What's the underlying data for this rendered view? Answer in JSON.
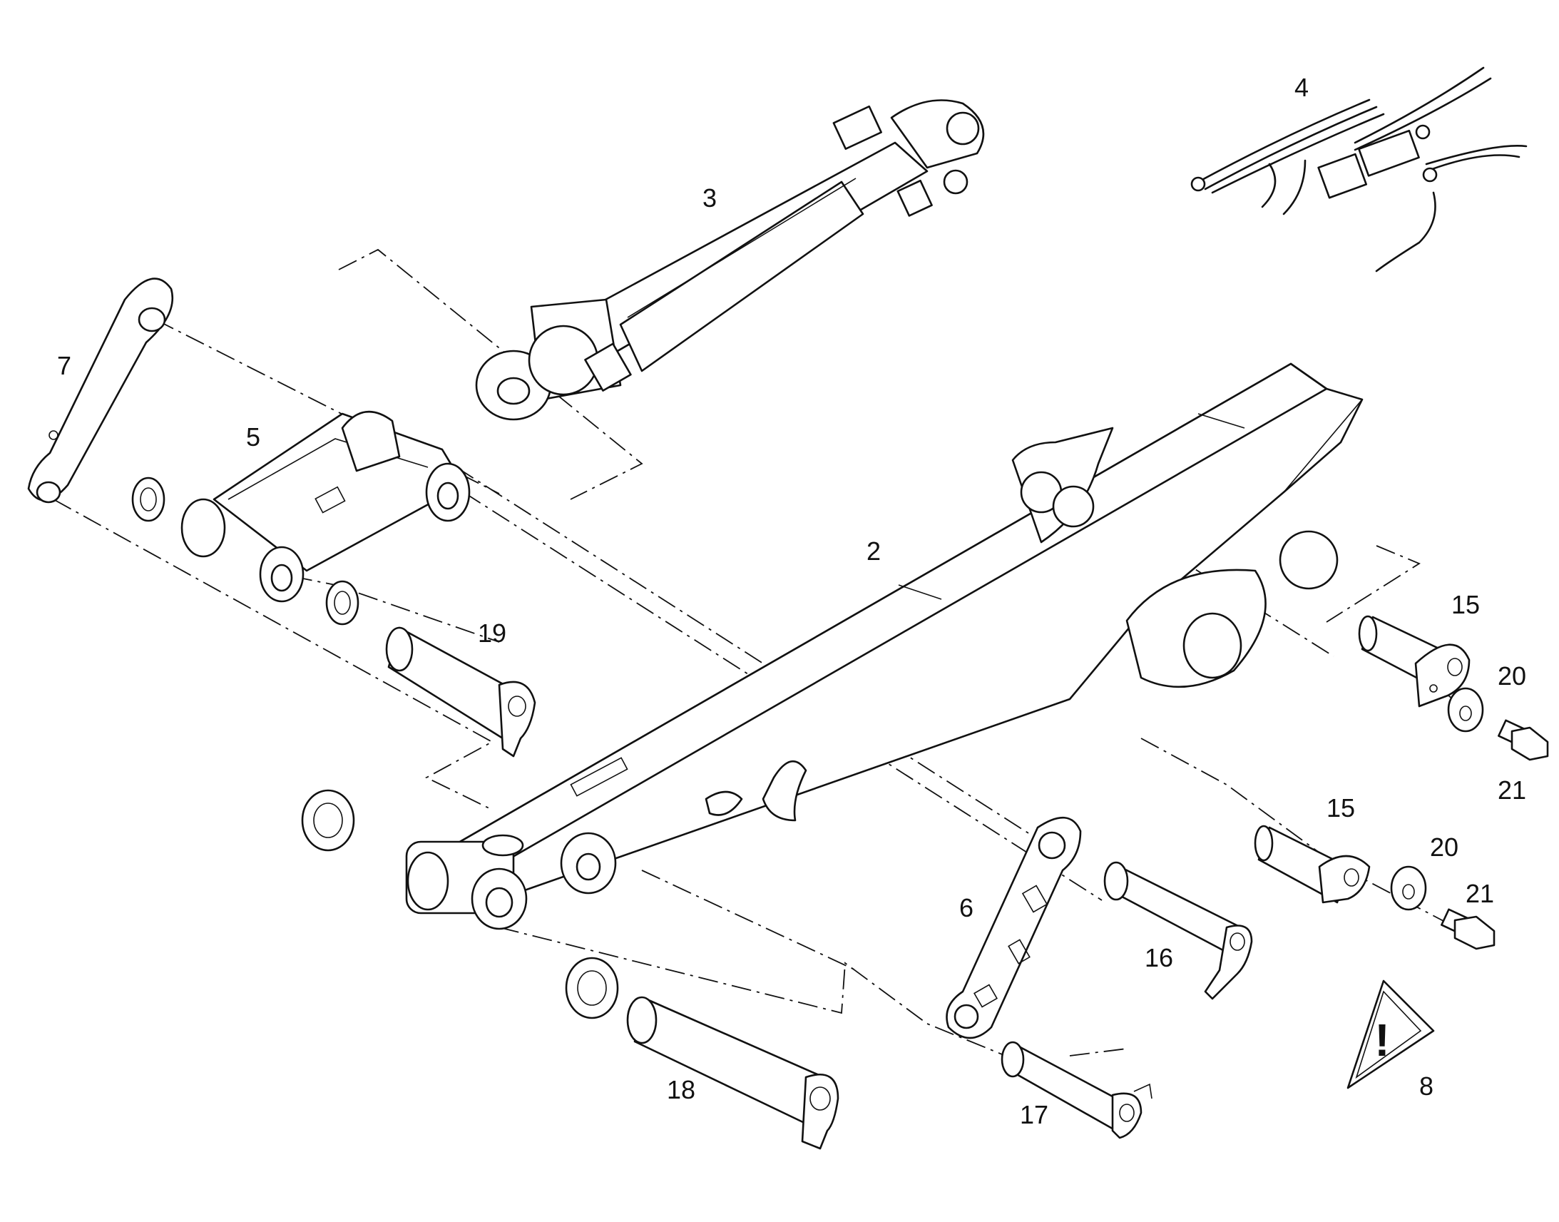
{
  "labels": {
    "l2": "2",
    "l3": "3",
    "l4": "4",
    "l5": "5",
    "l6": "6",
    "l7": "7",
    "l8": "8",
    "l15a": "15",
    "l15b": "15",
    "l16": "16",
    "l17": "17",
    "l18": "18",
    "l19": "19",
    "l20a": "20",
    "l20b": "20",
    "l21a": "21",
    "l21b": "21"
  },
  "warning_symbol": "!",
  "icons": {
    "warning": "warning-triangle-icon"
  }
}
